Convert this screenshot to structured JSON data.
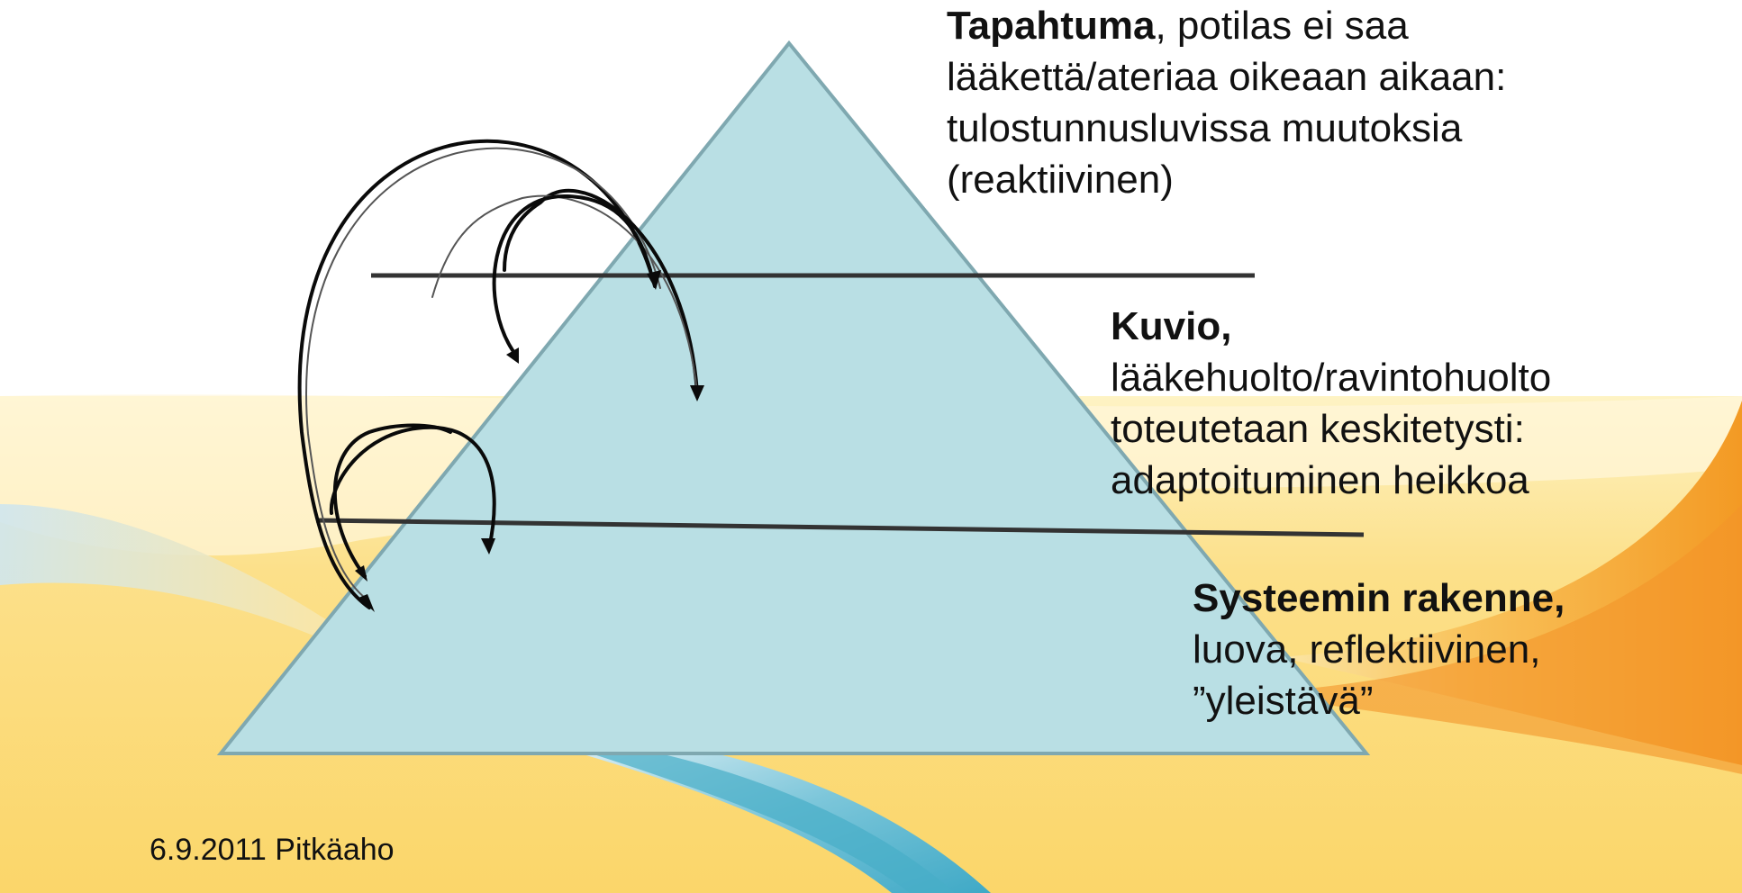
{
  "levels": [
    {
      "id": "top",
      "title": "Tapahtuma",
      "rest": ", potilas ei saa",
      "lines": [
        "lääkettä/ateriaa oikeaan aikaan:",
        "tulostunnusluvissa muutoksia",
        "(reaktiivinen)"
      ]
    },
    {
      "id": "middle",
      "title": "Kuvio,",
      "rest": "",
      "lines": [
        "lääkehuolto/ravintohuolto",
        "toteutetaan keskitetysti:",
        "adaptoituminen heikkoa"
      ]
    },
    {
      "id": "bottom",
      "title": "Systeemin rakenne,",
      "rest": "",
      "lines": [
        "luova, reflektiivinen,",
        "”yleistävä”"
      ]
    }
  ],
  "footer": "6.9.2011 Pitkäaho",
  "colors": {
    "pyramid_fill": "#b9dfe4",
    "pyramid_stroke": "#7fa8b0",
    "divider": "#333333",
    "arrow": "#0a0a0a",
    "band_yellow": "#fbd66a",
    "band_orange": "#f5a030",
    "band_blue": "#4fb3cc"
  }
}
